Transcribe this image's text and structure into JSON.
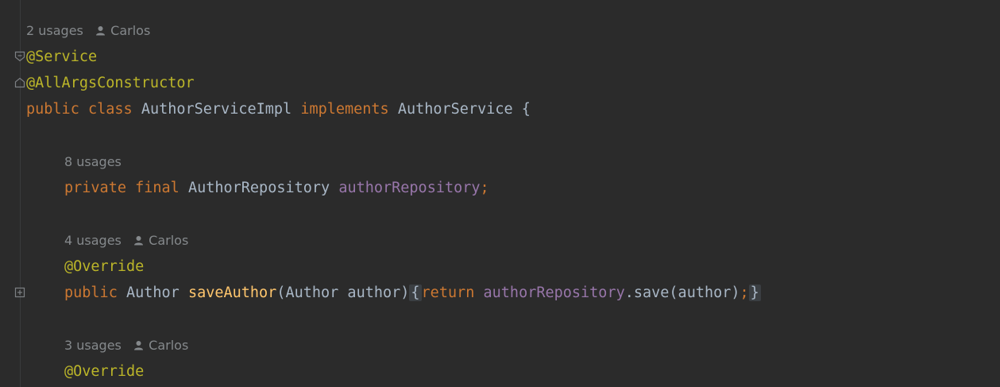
{
  "editor": {
    "class_hint": {
      "usages": "2 usages",
      "author": "Carlos"
    },
    "ann_service": "@Service",
    "ann_allargs": "@AllArgsConstructor",
    "class_decl": {
      "kw_public": "public",
      "kw_class": "class",
      "class_name": "AuthorServiceImpl",
      "kw_implements": "implements",
      "interface_name": "AuthorService",
      "brace": "{"
    },
    "field_hint": {
      "usages": "8 usages"
    },
    "field_decl": {
      "kw_private": "private",
      "kw_final": "final",
      "type": "AuthorRepository",
      "name": "authorRepository",
      "semicolon": ";"
    },
    "method1_hint": {
      "usages": "4 usages",
      "author": "Carlos"
    },
    "method1_override": "@Override",
    "method1": {
      "kw_public": "public",
      "return_type": "Author",
      "name": "saveAuthor",
      "params": "(Author author)",
      "open_brace": "{",
      "kw_return": "return",
      "field": "authorRepository",
      "call": ".save(author)",
      "semicolon": ";",
      "close_brace": "}"
    },
    "method2_hint": {
      "usages": "3 usages",
      "author": "Carlos"
    },
    "method2_override": "@Override"
  },
  "colors": {
    "background": "#2b2b2b",
    "keyword": "#cc7832",
    "annotation": "#bbb529",
    "field": "#9876aa",
    "method": "#ffc66d",
    "text": "#a9b7c6",
    "hint": "#85898c"
  },
  "icons": {
    "fold_collapse": "fold-collapse-icon",
    "fold_expand": "fold-expand-icon",
    "author": "person-icon"
  }
}
